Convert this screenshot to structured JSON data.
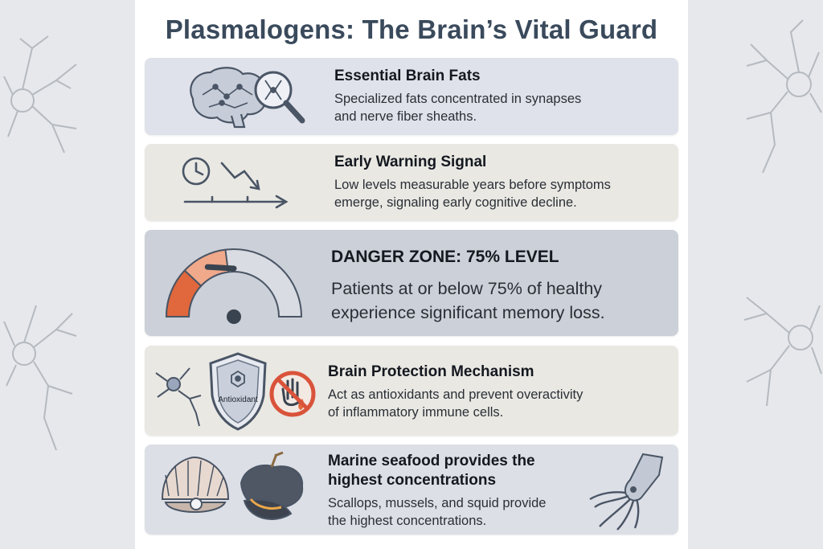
{
  "page": {
    "title": "Plasmalogens: The Brain’s Vital Guard"
  },
  "cards": [
    {
      "heading": "Essential Brain Fats",
      "body": [
        "Specialized fats concentrated in synapses",
        "and nerve fiber sheaths."
      ],
      "icon": "brain-magnifier-icon"
    },
    {
      "heading": "Early Warning Signal",
      "body": [
        "Low levels measurable years before symptoms",
        "emerge, signaling early cognitive decline."
      ],
      "icon": "clock-trend-down-icon"
    },
    {
      "heading": "DANGER ZONE: 75% LEVEL",
      "body": [
        "Patients at or below 75% of healthy",
        "experience significant memory loss."
      ],
      "icon": "gauge-icon",
      "gauge_level_percent": 75
    },
    {
      "heading": "Brain Protection Mechanism",
      "body": [
        "Act as antioxidants and prevent overactivity",
        "of inflammatory immune cells."
      ],
      "icon": "antioxidant-shield-icon",
      "shield_label": "Antioxidant"
    },
    {
      "heading": [
        "Marine seafood provides the",
        "highest concentrations"
      ],
      "body": [
        "Scallops, mussels, and squid provide",
        "the highest concentrations."
      ],
      "icon": "seafood-icon"
    }
  ],
  "colors": {
    "title": "#3a4a5c",
    "gauge_danger": "#e0683c",
    "gauge_mid": "#f0a98a",
    "icon_stroke": "#4a5565",
    "prohibit": "#d9533a"
  }
}
